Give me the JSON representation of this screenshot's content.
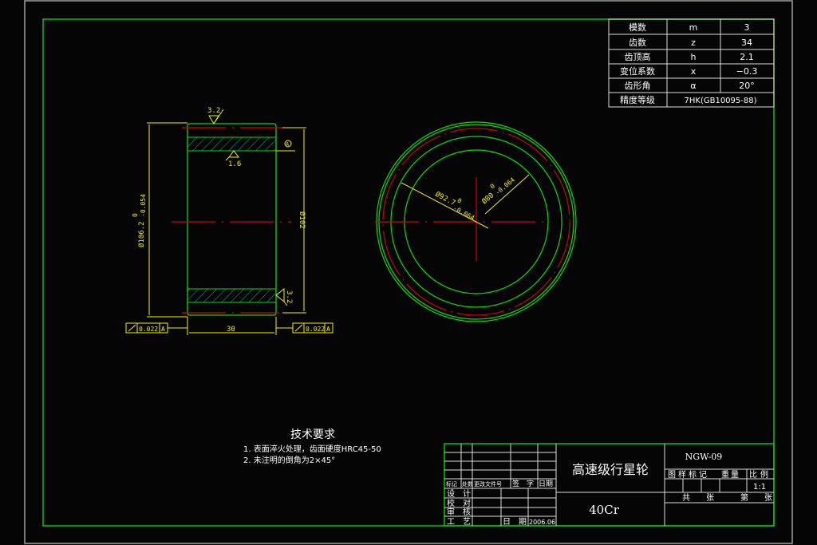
{
  "colors": {
    "background": "#050505",
    "frame": "#00c800",
    "outline": "#00e000",
    "centerline": "#d00000",
    "dimension": "#f2f200",
    "hatch": "#00b0b0",
    "text": "#ffffff",
    "sheet_border": "#a0a0a0"
  },
  "parameter_table": {
    "rows": [
      {
        "name": "模数",
        "symbol": "m",
        "value": "3"
      },
      {
        "name": "齿数",
        "symbol": "z",
        "value": "34"
      },
      {
        "name": "齿顶高",
        "symbol": "h",
        "value": "2.1"
      },
      {
        "name": "变位系数",
        "symbol": "x",
        "value": "−0.3"
      },
      {
        "name": "齿形角",
        "symbol": "α",
        "value": "20°"
      }
    ],
    "precision_label": "精度等级",
    "precision_value": "7HK(GB10095-88)"
  },
  "side_view": {
    "roughness_top": "3.2",
    "roughness_bore": "1.6",
    "roughness_right": "3.2",
    "datum_label": "A",
    "dia_outer": "Ø106.2",
    "dia_outer_tol_upper": "0",
    "dia_outer_tol_lower": "-0.054",
    "dia_bore": "Ø102",
    "width": "30",
    "runout_left": "0.022",
    "runout_left_datum": "A",
    "runout_right": "0.022",
    "runout_right_datum": "A"
  },
  "front_view": {
    "dia_1": "Ø92.7",
    "dia_1_tol_upper": "0",
    "dia_1_tol_lower": "-0.064",
    "dia_2": "Ø80",
    "dia_2_tol_upper": "0",
    "dia_2_tol_lower": "-0.064"
  },
  "technical_requirements": {
    "title": "技术要求",
    "items": [
      "1. 表面淬火处理，齿面硬度HRC45-50",
      "2. 未注明的倒角为2×45°"
    ]
  },
  "title_block": {
    "revision_headers": [
      "标记",
      "处数",
      "更改文件号",
      "签　字",
      "日期"
    ],
    "roles": [
      "设　计",
      "校　对",
      "审　核",
      "工　艺"
    ],
    "date_label": "日　期",
    "date_value": "2006.06",
    "part_name": "高速级行星轮",
    "material": "40Cr",
    "drawing_number": "NGW-09",
    "label_mark": "图样标记",
    "label_weight": "重量",
    "label_scale": "比例",
    "scale": "1:1",
    "label_total": "共　　张",
    "label_sheet": "第　　张"
  }
}
